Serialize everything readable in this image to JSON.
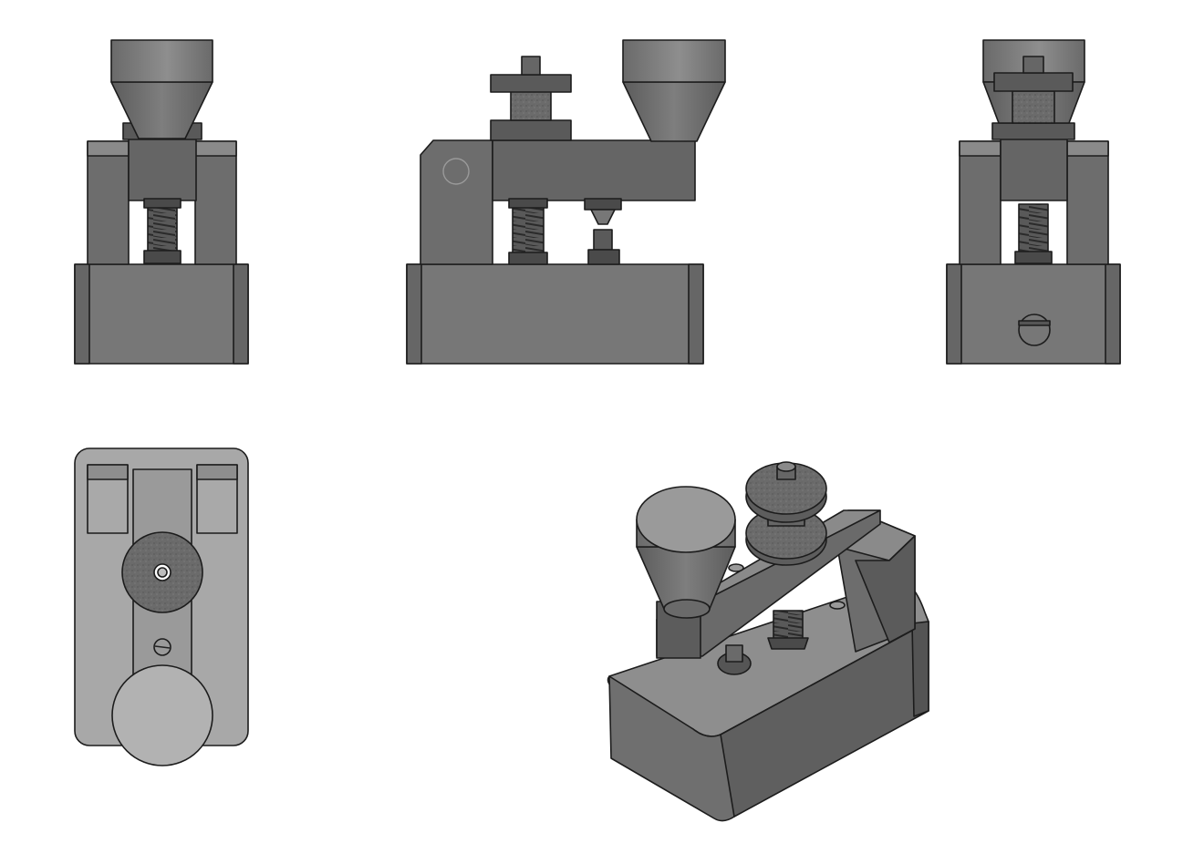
{
  "drawing": {
    "subject": "telegraph key",
    "views": [
      {
        "id": "front-view"
      },
      {
        "id": "side-view"
      },
      {
        "id": "rear-view"
      },
      {
        "id": "top-view"
      },
      {
        "id": "isometric-view"
      }
    ]
  },
  "colors": {
    "background": "#ffffff",
    "outline": "#1c1c1c",
    "base_front": "#777777",
    "base_side": "#5d5d5d",
    "base_top": "#8c8c8c",
    "frame": "#6f6f6f",
    "frame_dark": "#5a5a5a",
    "knob_light": "#8d8d8d",
    "knob_mid": "#7b7b7b",
    "knob_dark": "#5a5a5a",
    "disc": "#616161",
    "disc_face": "#747474",
    "top_plate": "#a7a7a7",
    "top_lever": "#9a9a9a",
    "top_knob": "#b2b2b2",
    "spring": "#3d3d3d"
  }
}
